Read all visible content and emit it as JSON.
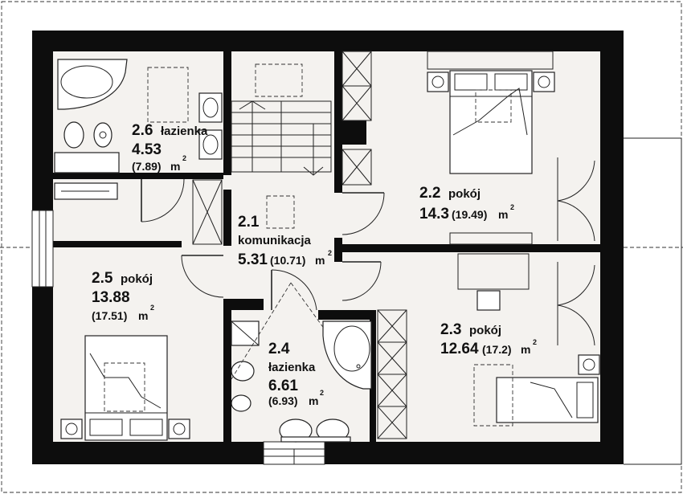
{
  "colors": {
    "wall": "#0d0d0d",
    "floor": "#f4f2ef",
    "background": "#ffffff"
  },
  "rooms": [
    {
      "id": "2.6",
      "name": "łazienka",
      "area": "4.53",
      "gross": "(7.89)",
      "unit": "m",
      "sup": "2"
    },
    {
      "id": "2.1",
      "name": "komunikacja",
      "area": "5.31",
      "gross": "(10.71)",
      "unit": "m",
      "sup": "2"
    },
    {
      "id": "2.2",
      "name": "pokój",
      "area": "14.3",
      "gross": "(19.49)",
      "unit": "m",
      "sup": "2"
    },
    {
      "id": "2.5",
      "name": "pokój",
      "area": "13.88",
      "gross": "(17.51)",
      "unit": "m",
      "sup": "2"
    },
    {
      "id": "2.4",
      "name": "łazienka",
      "area": "6.61",
      "gross": "(6.93)",
      "unit": "m",
      "sup": "2"
    },
    {
      "id": "2.3",
      "name": "pokój",
      "area": "12.64",
      "gross": "(17.2)",
      "unit": "m",
      "sup": "2"
    }
  ]
}
